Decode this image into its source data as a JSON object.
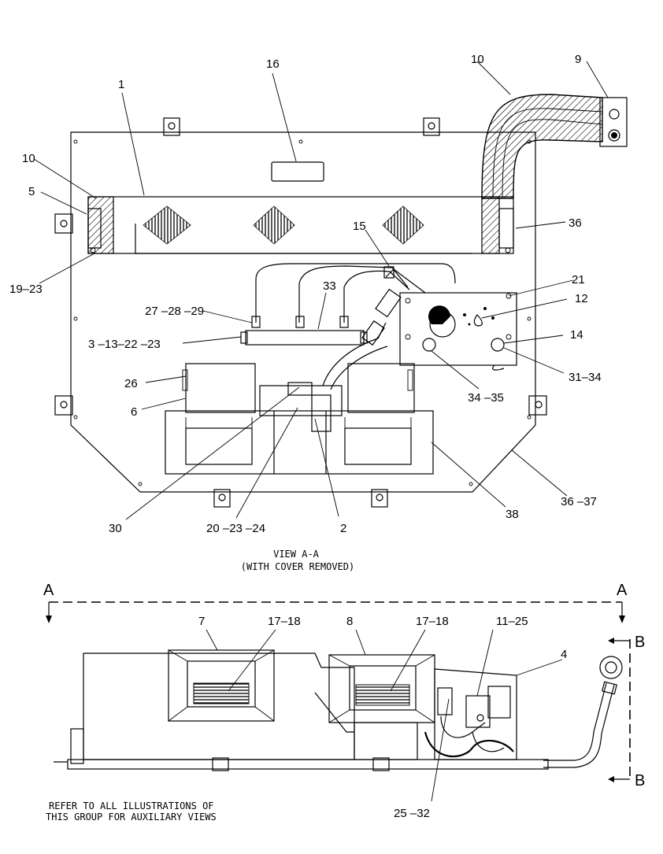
{
  "callouts": {
    "c1": "1",
    "c2": "2",
    "c5": "5",
    "c6": "6",
    "c7": "7",
    "c8": "8",
    "c9": "9",
    "c10a": "10",
    "c10b": "10",
    "c11_25": "11–25",
    "c12": "12",
    "c14": "14",
    "c15": "15",
    "c16": "16",
    "c17_18a": "17–18",
    "c17_18b": "17–18",
    "c19_23": "19–23",
    "c20_23_24": "20 –23 –24",
    "c21": "21",
    "c25_32": "25 –32",
    "c26": "26",
    "c27_28_29": "27 –28 –29",
    "c3_13_22_23": "3 –13–22 –23",
    "c30": "30",
    "c31_34": "31–34",
    "c33": "33",
    "c34_35": "34 –35",
    "c36": "36",
    "c36_37": "36 –37",
    "c38": "38",
    "c4": "4"
  },
  "view_caption": {
    "line1": "VIEW  A-A",
    "line2": "(WITH COVER REMOVED)"
  },
  "section_markers": {
    "a_left": "A",
    "a_right": "A",
    "b_top": "B",
    "b_bottom": "B"
  },
  "note": {
    "line1": "REFER TO ALL ILLUSTRATIONS OF",
    "line2": "THIS GROUP FOR AUXILIARY VIEWS"
  }
}
